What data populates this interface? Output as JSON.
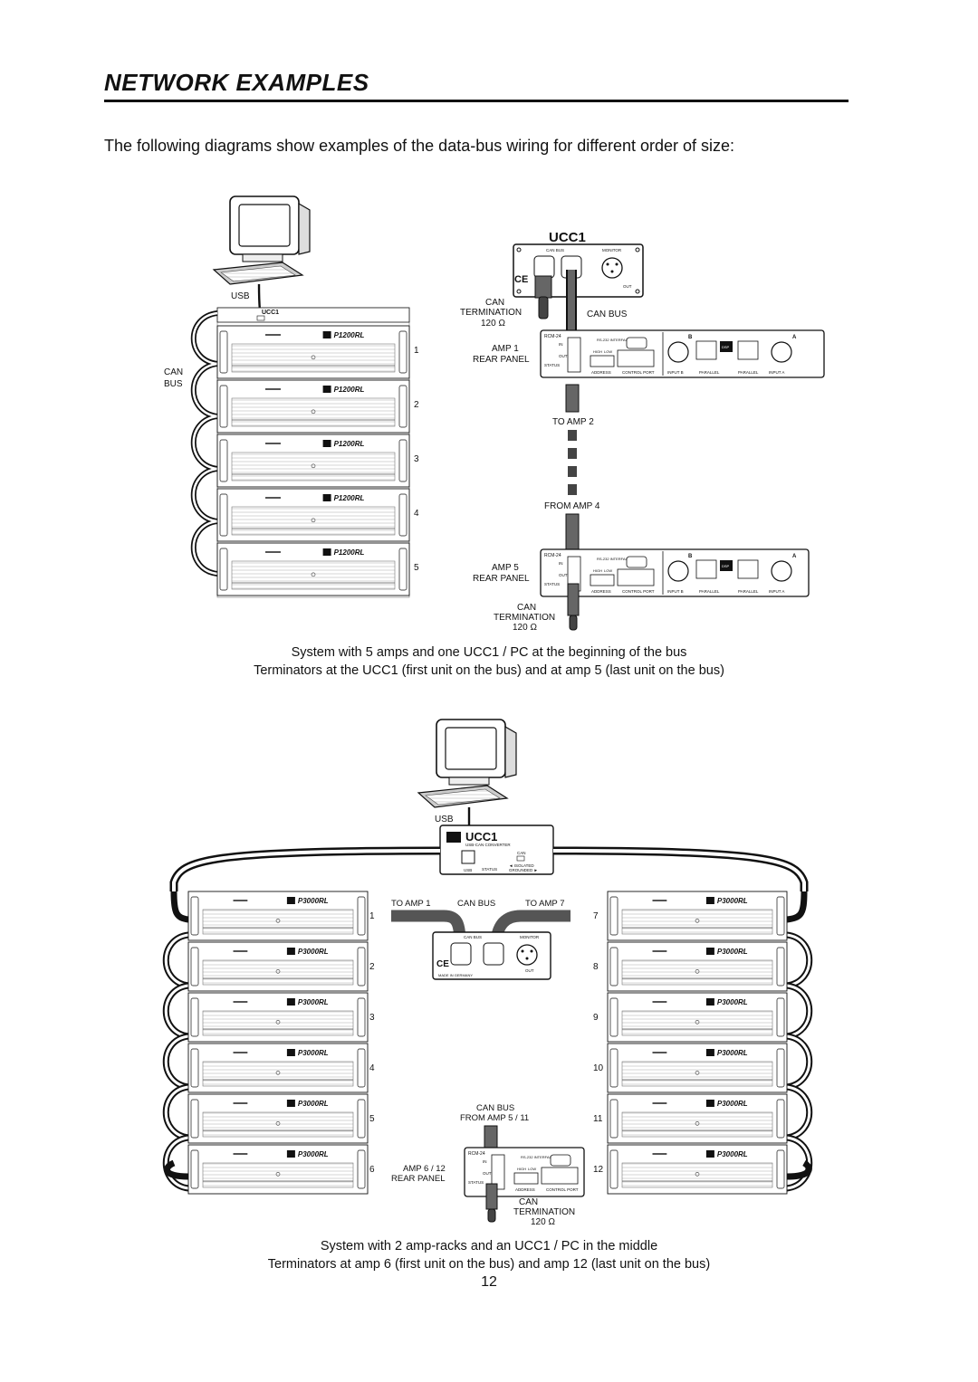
{
  "page": {
    "title": "NETWORK EXAMPLES",
    "intro": "The following diagrams show examples of the data-bus wiring for different order of size:",
    "page_number": "12"
  },
  "diagram1": {
    "usb_label": "USB",
    "can_bus_label": "CAN BUS",
    "ucc1_title": "UCC1",
    "ucc1_small": "UCC1",
    "amp_model": "P1200RL",
    "amp_numbers": [
      "1",
      "2",
      "3",
      "4",
      "5"
    ],
    "can_termination_top": "CAN TERMINATION",
    "ohm_top": "120 Ω",
    "can_bus_right": "CAN BUS",
    "amp1_rear": "AMP 1 REAR PANEL",
    "to_amp2": "TO AMP 2",
    "from_amp4": "FROM AMP 4",
    "amp5_rear": "AMP 5 REAR PANEL",
    "can_termination_bottom": "CAN TERMINATION",
    "ohm_bottom": "120 Ω",
    "panel_labels": {
      "can_bus": "CAN BUS",
      "monitor": "MONITOR",
      "out": "OUT",
      "rcm": "RCM-24",
      "in": "IN",
      "status": "STATUS",
      "rs232": "RS-232 INTERFACE",
      "high": "HIGH",
      "low": "LOW",
      "address": "ADDRESS",
      "control_port": "CONTROL PORT",
      "input_b": "INPUT B",
      "parallel": "PARALLEL",
      "input_a": "INPUT A",
      "dsp": "DSP",
      "b": "B",
      "a": "A"
    },
    "caption_line1": "System with 5 amps and one UCC1 / PC at the beginning of the bus",
    "caption_line2": "Terminators at the UCC1 (first unit on the bus) and at amp 5 (last unit on the bus)"
  },
  "diagram2": {
    "usb_label": "USB",
    "ucc1_title": "UCC1",
    "ucc1_sub": "USB-CAN CONVERTER",
    "usb_port": "USB",
    "status": "STATUS",
    "can": "CAN",
    "isolated": "◄ ISOLATED",
    "grounded": "GROUNDED ►",
    "amp_model": "P3000RL",
    "left_numbers": [
      "1",
      "2",
      "3",
      "4",
      "5",
      "6"
    ],
    "right_numbers": [
      "7",
      "8",
      "9",
      "10",
      "11",
      "12"
    ],
    "to_amp1": "TO AMP 1",
    "can_bus": "CAN BUS",
    "to_amp7": "TO AMP 7",
    "monitor": "MONITOR",
    "out": "OUT",
    "made_in": "MADE IN GERMANY",
    "can_bus_from": "CAN BUS",
    "from_amp": "FROM AMP 5 / 11",
    "amp6_12": "AMP 6 / 12",
    "rear_panel": "REAR PANEL",
    "can_termination": "CAN TERMINATION",
    "ohm": "120 Ω",
    "caption_line1": "System with 2 amp-racks and an UCC1 / PC in the middle",
    "caption_line2": "Terminators at amp 6 (first unit on the bus) and amp 12 (last unit on the bus)"
  }
}
